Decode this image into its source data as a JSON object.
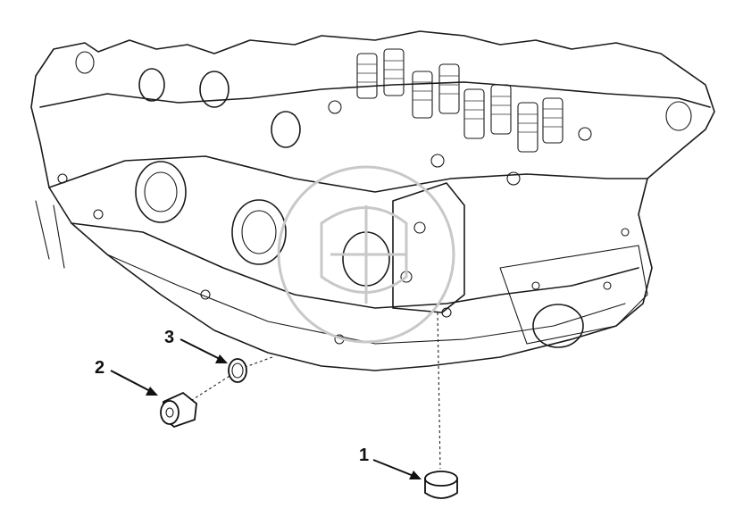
{
  "callouts": [
    {
      "label": "1",
      "part": "plug"
    },
    {
      "label": "2",
      "part": "threaded-plug"
    },
    {
      "label": "3",
      "part": "sealing-ring"
    }
  ],
  "colors": {
    "ink": "#1a1a1a",
    "paper": "#ffffff",
    "watermark": "#c8c8c8"
  }
}
